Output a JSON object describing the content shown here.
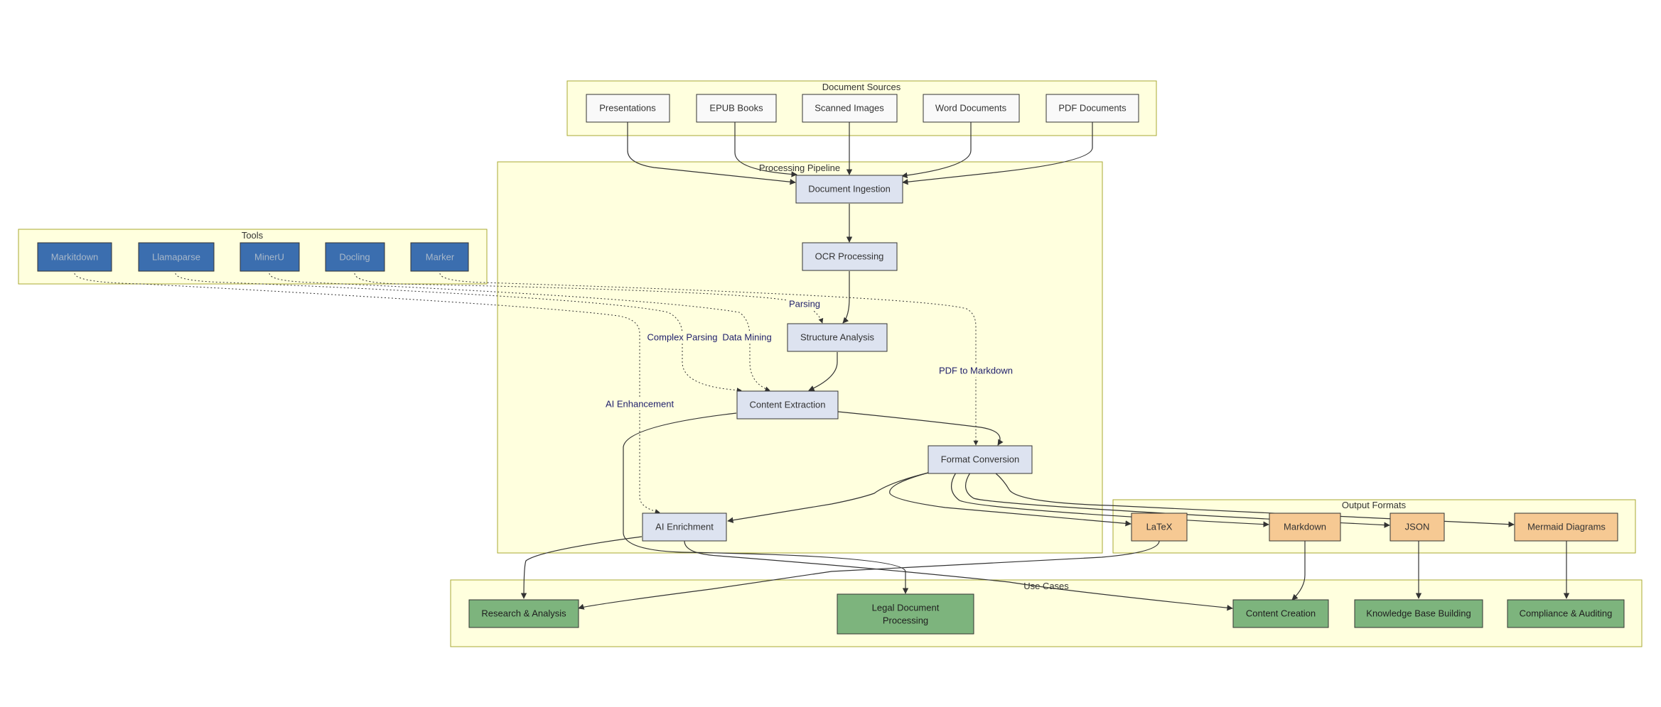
{
  "diagram": {
    "clusters": {
      "sources": "Document Sources",
      "pipeline": "Processing Pipeline",
      "tools": "Tools",
      "outputs": "Output Formats",
      "usecases": "Use Cases"
    },
    "nodes": {
      "presentations": "Presentations",
      "epub": "EPUB Books",
      "scanned": "Scanned Images",
      "word": "Word Documents",
      "pdf": "PDF Documents",
      "ingestion": "Document Ingestion",
      "ocr": "OCR Processing",
      "structure": "Structure Analysis",
      "extraction": "Content Extraction",
      "conversion": "Format Conversion",
      "enrichment": "AI Enrichment",
      "markitdown": "Markitdown",
      "llamaparse": "Llamaparse",
      "mineru": "MinerU",
      "docling": "Docling",
      "marker": "Marker",
      "latex": "LaTeX",
      "markdown": "Markdown",
      "json": "JSON",
      "mermaid": "Mermaid Diagrams",
      "research": "Research & Analysis",
      "legal_line1": "Legal Document",
      "legal_line2": "Processing",
      "content_creation": "Content Creation",
      "knowledge": "Knowledge Base Building",
      "compliance": "Compliance & Auditing"
    },
    "edge_labels": {
      "parsing": "Parsing",
      "complex_parsing": "Complex Parsing",
      "data_mining": "Data Mining",
      "pdf_to_markdown": "PDF to Markdown",
      "ai_enhancement": "AI Enhancement"
    },
    "colors": {
      "source_fill": "#f9f9f9",
      "pipeline_fill": "#dde3f0",
      "tool_fill": "#3b6eaf",
      "tool_text": "#a9b8c9",
      "output_fill": "#f6c993",
      "usecase_fill": "#7db47d",
      "cluster_fill": "#ffffde",
      "cluster_stroke": "#aaaa33"
    }
  }
}
